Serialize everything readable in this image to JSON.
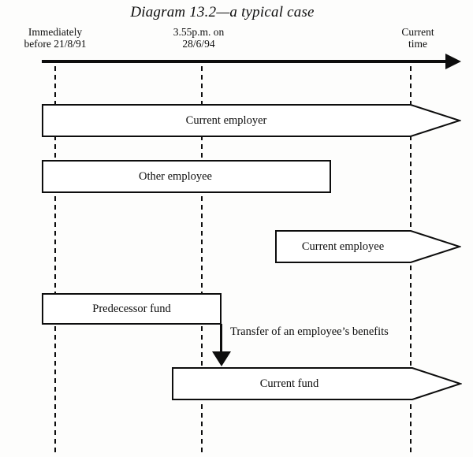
{
  "title": "Diagram 13.2—a typical case",
  "timeline": {
    "markers": [
      {
        "line1": "Immediately",
        "line2": "before 21/8/91"
      },
      {
        "line1": "3.55p.m. on",
        "line2": "28/6/94"
      },
      {
        "line1": "Current",
        "line2": "time"
      }
    ]
  },
  "bars": {
    "current_employer": {
      "label": "Current employer"
    },
    "other_employee": {
      "label": "Other employee"
    },
    "current_employee": {
      "label": "Current employee"
    },
    "predecessor_fund": {
      "label": "Predecessor fund"
    },
    "current_fund": {
      "label": "Current fund"
    }
  },
  "annotations": {
    "transfer": {
      "label": "Transfer of an employee’s benefits"
    }
  },
  "colors": {
    "ink": "#0d0d0d",
    "paper": "#fdfdfc"
  }
}
